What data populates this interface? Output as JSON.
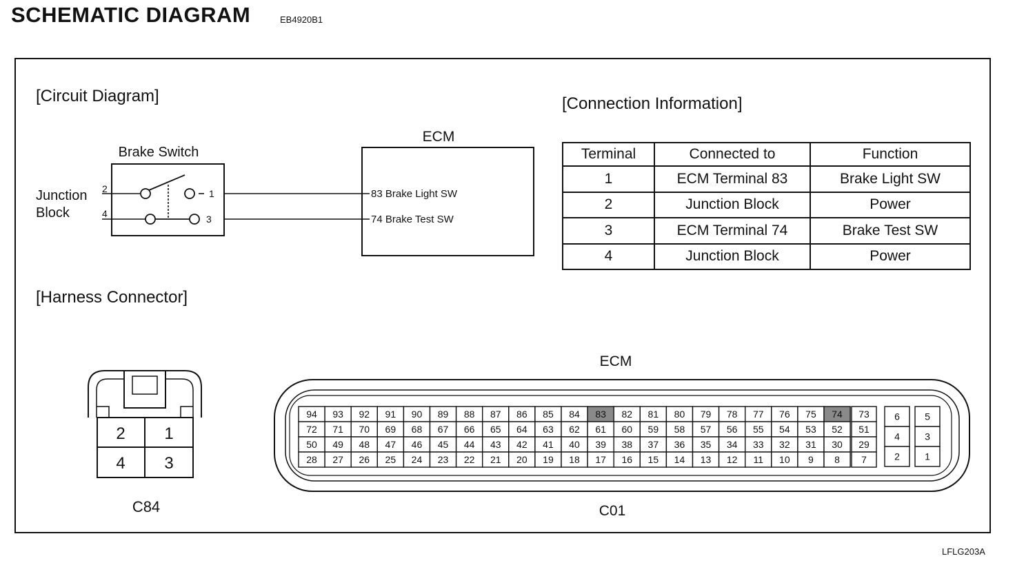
{
  "header": {
    "title": "SCHEMATIC DIAGRAM",
    "doc_code": "EB4920B1"
  },
  "sections": {
    "circuit": "[Circuit Diagram]",
    "connection": "[Connection Information]",
    "harness": "[Harness Connector]"
  },
  "circuit": {
    "switch_label": "Brake Switch",
    "junction_line1": "Junction",
    "junction_line2": "Block",
    "ecm_label": "ECM",
    "pins": {
      "p2": "2",
      "p4": "4",
      "p1": "1",
      "p3": "3"
    },
    "ecm_inputs": [
      "83 Brake Light SW",
      "74 Brake Test SW"
    ]
  },
  "connection_table": {
    "headers": [
      "Terminal",
      "Connected to",
      "Function"
    ],
    "rows": [
      [
        "1",
        "ECM Terminal 83",
        "Brake Light SW"
      ],
      [
        "2",
        "Junction Block",
        "Power"
      ],
      [
        "3",
        "ECM Terminal 74",
        "Brake Test SW"
      ],
      [
        "4",
        "Junction Block",
        "Power"
      ]
    ]
  },
  "harness": {
    "c84": {
      "name": "C84",
      "pins": [
        "2",
        "1",
        "4",
        "3"
      ]
    },
    "c01": {
      "title": "ECM",
      "name": "C01",
      "main_rows": [
        [
          "94",
          "93",
          "92",
          "91",
          "90",
          "89",
          "88",
          "87",
          "86",
          "85",
          "84",
          "83",
          "82",
          "81",
          "80",
          "79",
          "78",
          "77",
          "76",
          "75",
          "74"
        ],
        [
          "72",
          "71",
          "70",
          "69",
          "68",
          "67",
          "66",
          "65",
          "64",
          "63",
          "62",
          "61",
          "60",
          "59",
          "58",
          "57",
          "56",
          "55",
          "54",
          "53",
          "52"
        ],
        [
          "50",
          "49",
          "48",
          "47",
          "46",
          "45",
          "44",
          "43",
          "42",
          "41",
          "40",
          "39",
          "38",
          "37",
          "36",
          "35",
          "34",
          "33",
          "32",
          "31",
          "30"
        ],
        [
          "28",
          "27",
          "26",
          "25",
          "24",
          "23",
          "22",
          "21",
          "20",
          "19",
          "18",
          "17",
          "16",
          "15",
          "14",
          "13",
          "12",
          "11",
          "10",
          "9",
          "8"
        ]
      ],
      "side_col": [
        "73",
        "51",
        "29",
        "7"
      ],
      "small_a": [
        "6",
        "4",
        "2"
      ],
      "small_b": [
        "5",
        "3",
        "1"
      ],
      "highlighted": [
        "83",
        "74"
      ]
    }
  },
  "footer": {
    "figure_code": "LFLG203A"
  }
}
